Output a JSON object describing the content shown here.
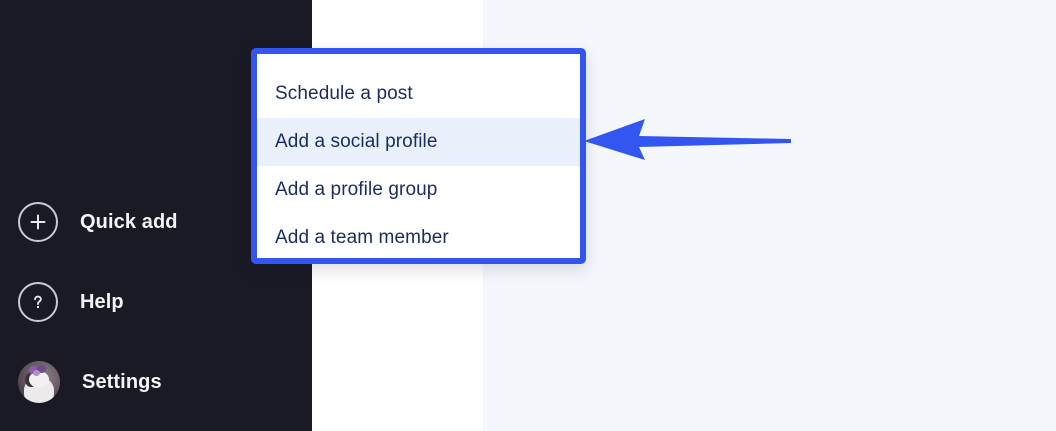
{
  "colors": {
    "sidebar_bg": "#191a24",
    "panel_bg": "#ffffff",
    "canvas_bg": "#f4f7fc",
    "accent_blue": "#3355f0",
    "menu_text": "#1b2c5e",
    "menu_highlight_bg": "#eaf1fd",
    "sidebar_text": "#f4f5f8"
  },
  "sidebar": {
    "items": [
      {
        "label": "Quick add",
        "icon": "plus-circle-icon"
      },
      {
        "label": "Help",
        "icon": "question-circle-icon"
      },
      {
        "label": "Settings",
        "icon": "user-avatar"
      }
    ]
  },
  "dropdown": {
    "items": [
      {
        "label": "Schedule a post",
        "highlighted": false
      },
      {
        "label": "Add a social profile",
        "highlighted": true
      },
      {
        "label": "Add a profile group",
        "highlighted": false
      },
      {
        "label": "Add a team member",
        "highlighted": false
      }
    ]
  },
  "annotation": {
    "arrow": "left-pointing-arrow",
    "color": "#3355f0",
    "points_to": "Add a social profile"
  }
}
